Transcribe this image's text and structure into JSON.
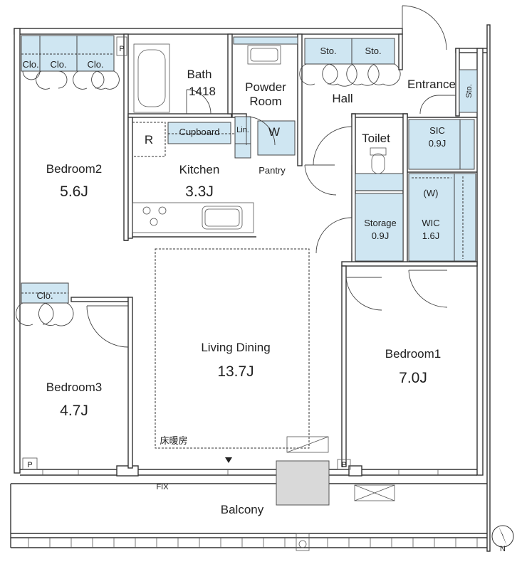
{
  "rooms": {
    "bedroom2_name": "Bedroom2",
    "bedroom2_size": "5.6J",
    "bedroom3_name": "Bedroom3",
    "bedroom3_size": "4.7J",
    "bedroom1_name": "Bedroom1",
    "bedroom1_size": "7.0J",
    "kitchen_name": "Kitchen",
    "kitchen_size": "3.3J",
    "living_name": "Living Dining",
    "living_size": "13.7J",
    "bath_name": "Bath",
    "bath_size": "1418",
    "powder_line1": "Powder",
    "powder_line2": "Room",
    "hall_name": "Hall",
    "entrance_name": "Entrance",
    "toilet_name": "Toilet",
    "sic_name": "SIC",
    "sic_size": "0.9J",
    "storage_name": "Storage",
    "storage_size": "0.9J",
    "wic_w": "(W)",
    "wic_name": "WIC",
    "wic_size": "1.6J",
    "balcony_name": "Balcony"
  },
  "labels": {
    "closet": "Clo.",
    "storage_short": "Sto.",
    "cupboard": "Cupboard",
    "linen": "Lin.",
    "washer": "W",
    "pantry": "Pantry",
    "refrigerator": "R",
    "floor_heating": "床暖房",
    "fix": "FIX",
    "pipe_space": "P",
    "north": "N"
  }
}
